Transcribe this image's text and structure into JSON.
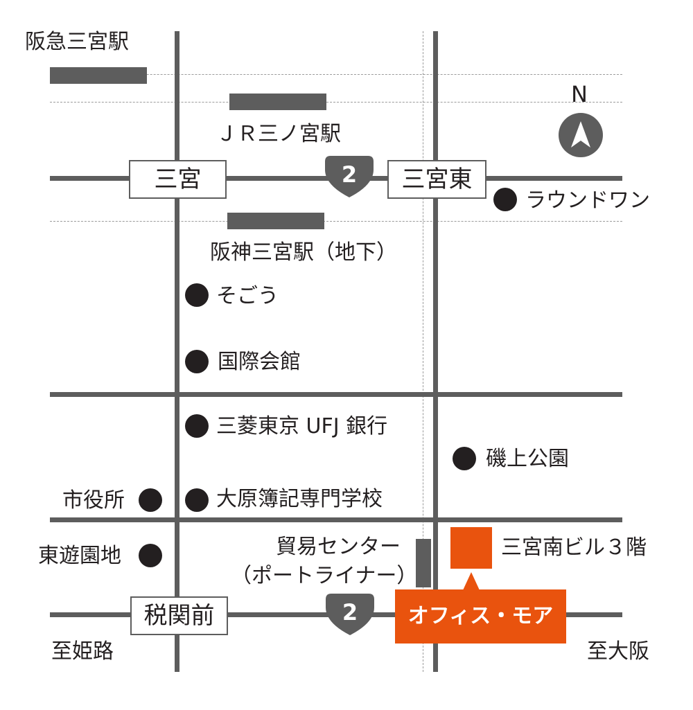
{
  "colors": {
    "road": "#5d5d5d",
    "accent": "#e9530e",
    "dot": "#231f20",
    "dash": "#9a9a9a"
  },
  "compass": {
    "label": "N",
    "icon": "north-arrow-icon"
  },
  "stations": {
    "hankyu": "阪急三宮駅",
    "jr": "ＪＲ三ノ宮駅",
    "hanshin": "阪神三宮駅（地下）",
    "port_liner_line1": "貿易センター",
    "port_liner_line2": "（ポートライナー）"
  },
  "intersections": {
    "sannomiya": "三宮",
    "sannomiya_higashi": "三宮東",
    "zeikan_mae": "税関前"
  },
  "route_shields": {
    "upper": "2",
    "lower": "2"
  },
  "landmarks": {
    "round_one": "ラウンドワン",
    "sogo": "そごう",
    "kokusai_kaikan": "国際会館",
    "mufg_bank": "三菱東京 UFJ 銀行",
    "isogami_park": "磯上公園",
    "city_hall": "市役所",
    "ohara_school": "大原簿記専門学校",
    "higashi_yuenchi": "東遊園地"
  },
  "destination": {
    "building": "三宮南ビル３階",
    "name": "オフィス・モア"
  },
  "directions": {
    "west": "至姫路",
    "east": "至大阪"
  }
}
